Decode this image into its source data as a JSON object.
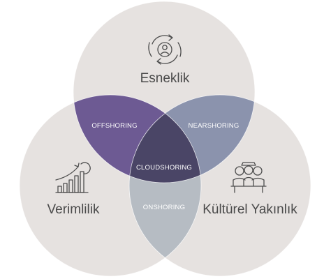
{
  "diagram": {
    "circles": [
      {
        "id": "top",
        "label": "Esneklik",
        "icon": "cycle-person-icon"
      },
      {
        "id": "left",
        "label": "Verimlilik",
        "icon": "growth-chart-icon"
      },
      {
        "id": "right",
        "label": "Kültürel Yakınlık",
        "icon": "people-group-icon"
      }
    ],
    "regions": {
      "top_left": "OFFSHORING",
      "top_right": "NEARSHORING",
      "left_right": "ONSHORING",
      "center": "CLOUDSHORING"
    },
    "colors": {
      "circle_fill": "#e6e2e0",
      "top_left": "#6d5a93",
      "top_right": "#8b93ad",
      "left_right": "#b6bcc3",
      "center": "#4a4566"
    }
  }
}
